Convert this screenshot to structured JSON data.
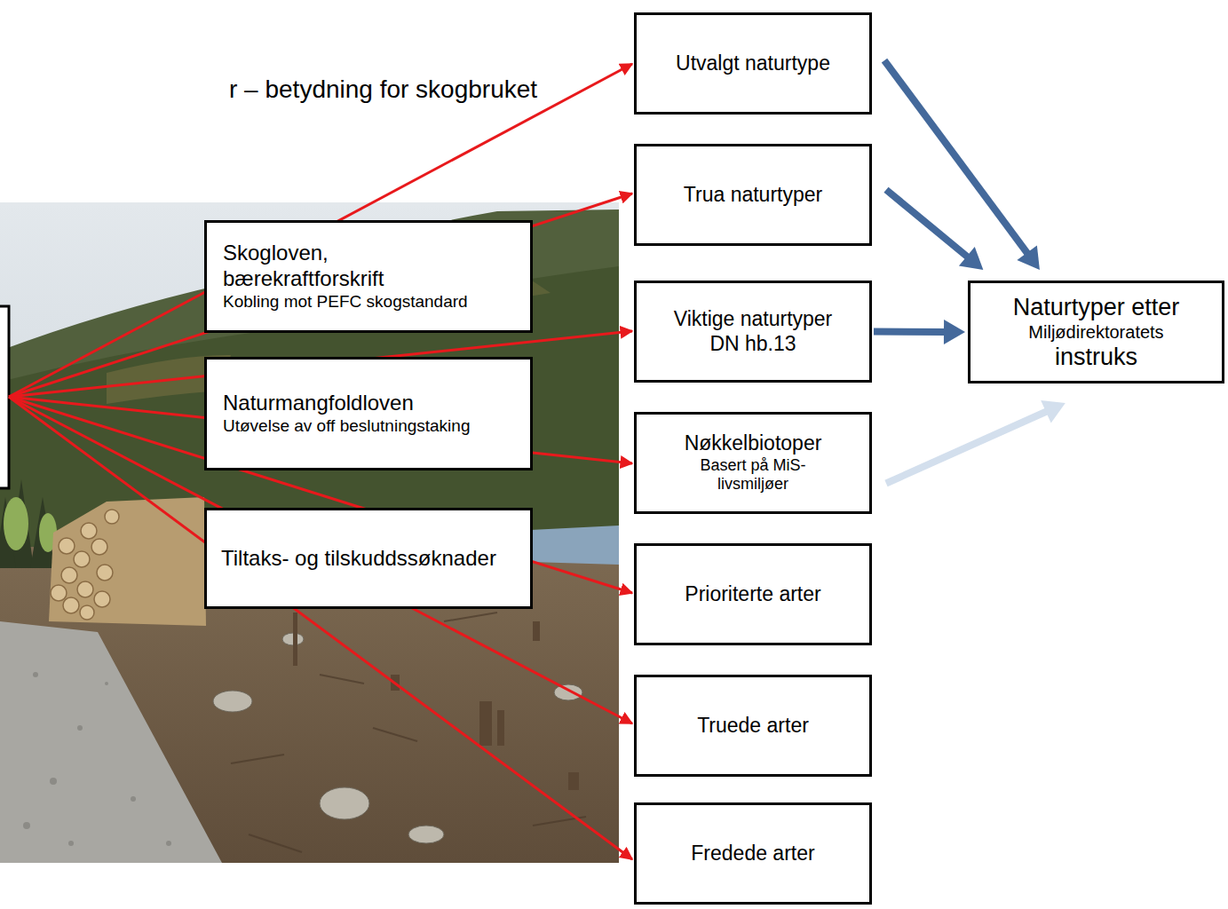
{
  "diagram": {
    "title": "r – betydning for skogbruket",
    "nodes": [
      {
        "text": [
          "Skogloven, bærekraftforskrift",
          "Kobling mot PEFC skogstandard"
        ]
      },
      {
        "text": [
          "Naturmangfoldloven",
          "Utøvelse av off beslutningstaking"
        ]
      },
      {
        "text": [
          "Tiltaks- og tilskuddssøknader"
        ]
      },
      {
        "text": [
          "Utvalgt naturtype"
        ]
      },
      {
        "text": [
          "Trua naturtyper"
        ]
      },
      {
        "text": [
          "Viktige naturtyper DN hb.13"
        ]
      },
      {
        "text": [
          "Nøkkelbiotoper",
          "Basert på MiS-livsmiljøer"
        ]
      },
      {
        "text": [
          "Prioriterte arter"
        ]
      },
      {
        "text": [
          "Truede arter"
        ]
      },
      {
        "text": [
          "Fredede arter"
        ]
      },
      {
        "text": [
          "Naturtyper etter",
          "Miljødirektoratets",
          "instruks"
        ]
      }
    ],
    "edges": [
      {
        "from": 3,
        "to": 10,
        "arrow": "to"
      },
      {
        "from": 4,
        "to": 10,
        "arrow": "to"
      },
      {
        "from": 5,
        "to": 10,
        "arrow": "to"
      },
      {
        "from": 6,
        "to": 10,
        "arrow": "to"
      }
    ]
  }
}
